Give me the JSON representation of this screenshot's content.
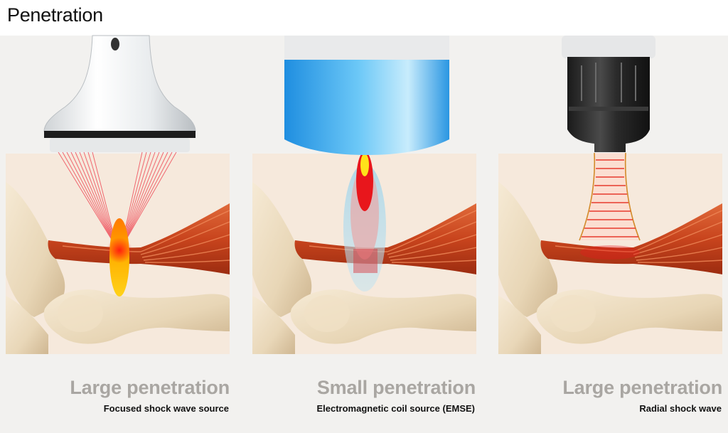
{
  "header": {
    "title": "Penetration"
  },
  "panels": [
    {
      "title": "Large penetration",
      "subtitle": "Focused shock wave source",
      "icon": "focused-shockwave-applicator"
    },
    {
      "title": "Small penetration",
      "subtitle": "Electromagnetic coil source (EMSE)",
      "icon": "electromagnetic-coil-applicator"
    },
    {
      "title": "Large penetration",
      "subtitle": "Radial shock wave",
      "icon": "radial-shockwave-applicator"
    }
  ],
  "colors": {
    "background": "#f2f1ef",
    "panel": "#f6e9dc",
    "muscle": "#c8441d",
    "bone": "#ecdcc0",
    "focus_yellow": "#ffc21a",
    "focus_red": "#e8161c",
    "caption_gray": "#a9a6a2",
    "emse_blue": "#3aa6ea"
  }
}
